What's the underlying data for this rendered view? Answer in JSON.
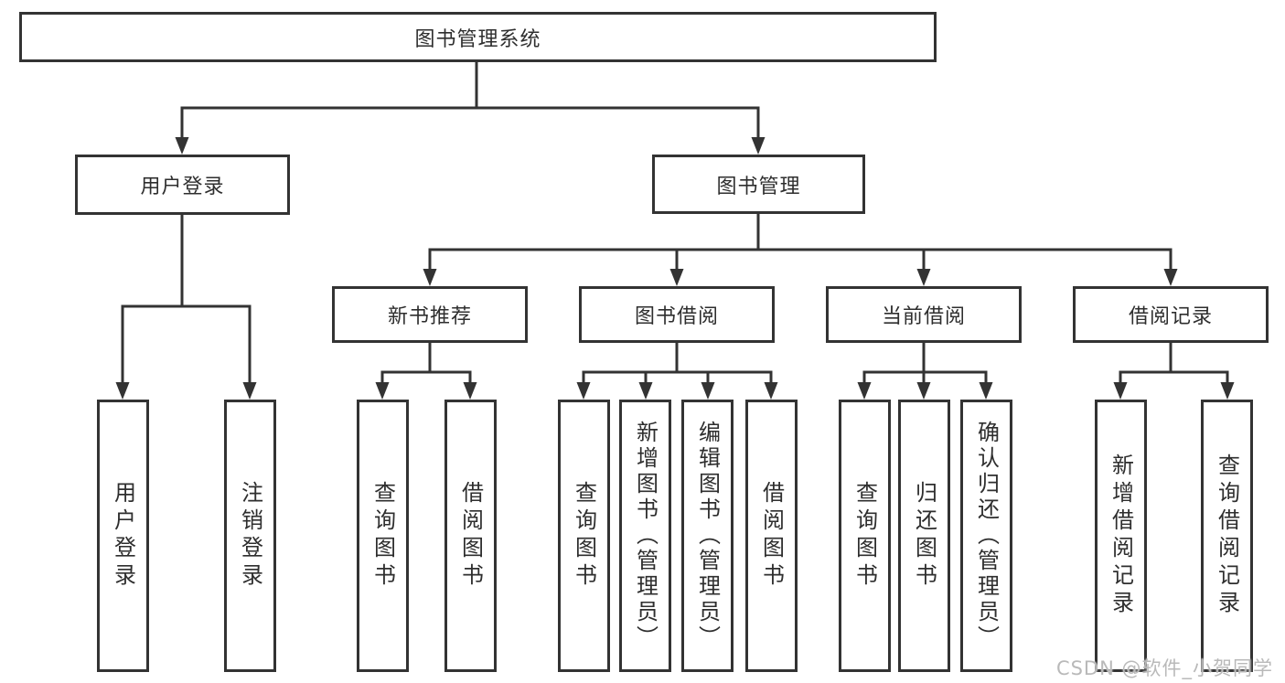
{
  "diagram": {
    "title": "图书管理系统",
    "branches": [
      {
        "label": "用户登录",
        "children": [
          "用户登录",
          "注销登录"
        ]
      },
      {
        "label": "图书管理",
        "sections": [
          {
            "label": "新书推荐",
            "children": [
              "查询图书",
              "借阅图书"
            ]
          },
          {
            "label": "图书借阅",
            "children": [
              "查询图书",
              "新增图书（管理员）",
              "编辑图书（管理员）",
              "借阅图书"
            ]
          },
          {
            "label": "当前借阅",
            "children": [
              "查询图书",
              "归还图书",
              "确认归还（管理员）"
            ]
          },
          {
            "label": "借阅记录",
            "children": [
              "新增借阅记录",
              "查询借阅记录"
            ]
          }
        ]
      }
    ]
  },
  "watermark": {
    "text": "CSDN @软件_小贺同学"
  },
  "colors": {
    "line": "#333333",
    "box_background": "#ffffff",
    "text": "#2e2e2e",
    "watermark": "#b9b9b9"
  }
}
